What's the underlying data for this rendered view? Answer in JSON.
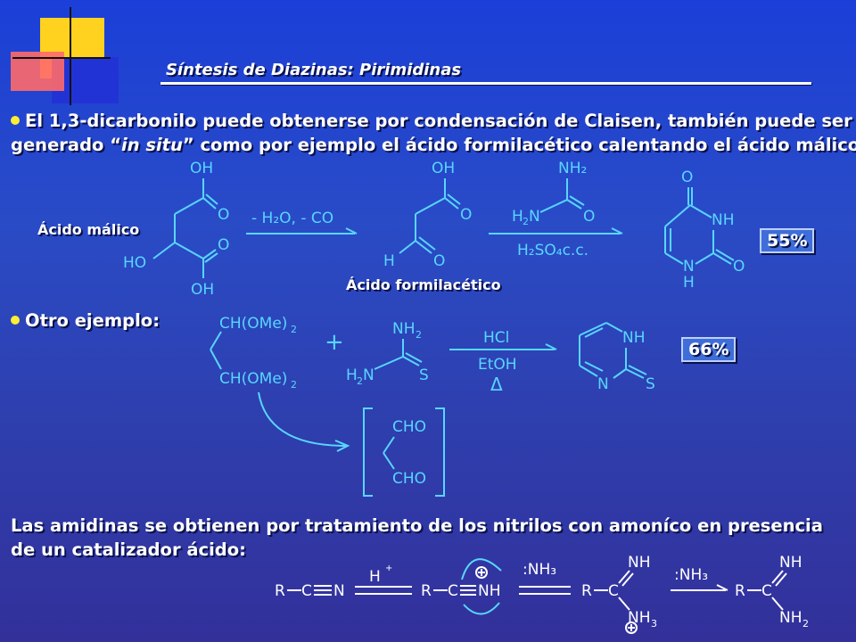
{
  "title": "Síntesis de Diazinas: Pirimidinas",
  "paragraph1": {
    "line1": "El 1,3-dicarbonilo puede obtenerse por condensación de Claisen, también puede ser",
    "line2_a": "generado “",
    "line2_italic": "in situ",
    "line2_b": "” como por ejemplo el ácido formilacético calentando el ácido málico:"
  },
  "labels": {
    "acido_malico": "Ácido málico",
    "acido_formilacetico": "Ácido formilacético",
    "otro_ejemplo": "Otro ejemplo:"
  },
  "yields": {
    "first": "55%",
    "second": "66%"
  },
  "reaction1": {
    "step1": "- H₂O, - CO",
    "reagent_top": "NH₂",
    "reagent_conditions": "H₂SO₄c.c."
  },
  "reaction2": {
    "reagent_top": "HCl",
    "reagent_bottom": "EtOH",
    "heat": "Δ"
  },
  "paragraph3": {
    "line1": "Las amidinas se obtienen por tratamiento de los nitrilos con amoníco en presencia",
    "line2": "de un catalizador ácido:"
  },
  "reaction3": {
    "acid": "H",
    "ammonia1": ":NH₃",
    "ammonia2": ":NH₃"
  },
  "colors": {
    "chem": "#58d6ff",
    "bullet": "#ffee33",
    "badge": "#3f6ed9"
  }
}
